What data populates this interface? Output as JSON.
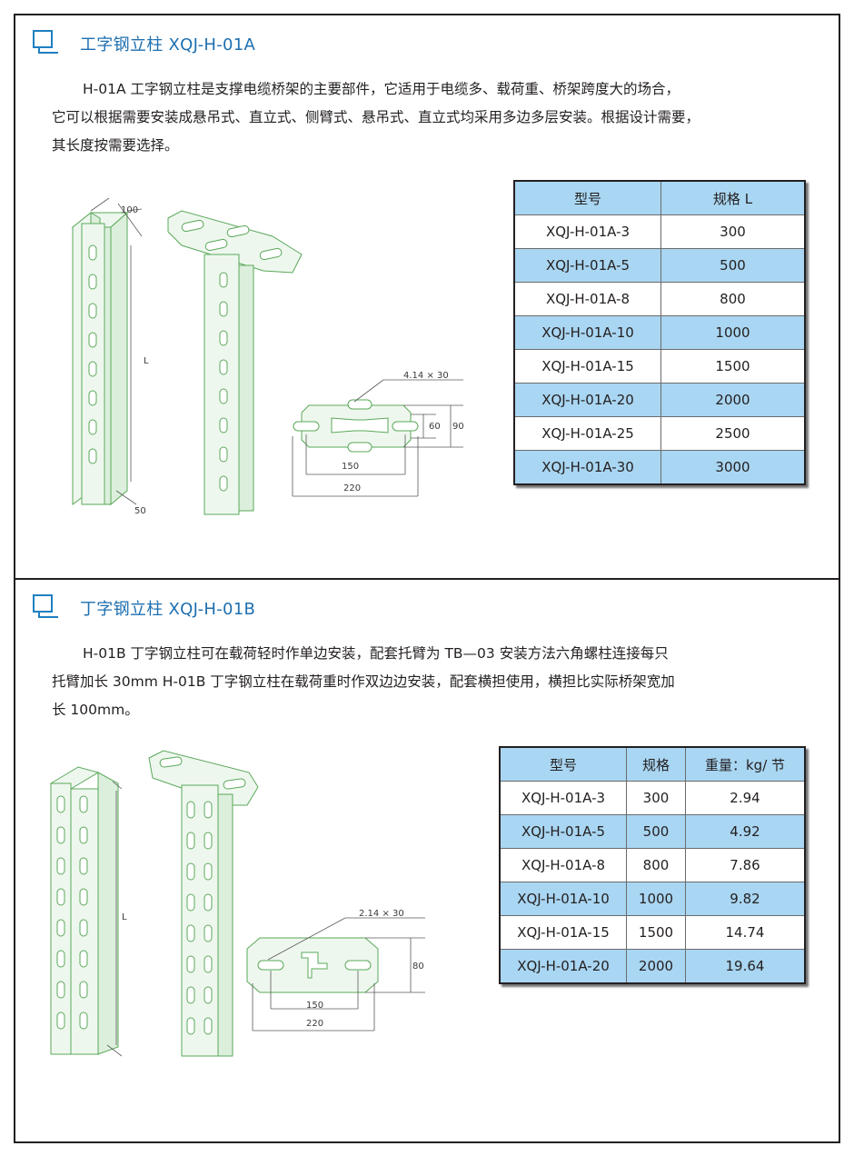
{
  "section_a": {
    "title": "工字钢立柱 XQJ-H-01A",
    "paragraph_lines": [
      "H-01A 工字钢立柱是支撑电缆桥架的主要部件，它适用于电缆多、载荷重、桥架跨度大的场合，",
      "它可以根据需要安装成悬吊式、直立式、侧臂式、悬吊式、直立式均采用多边多层安装。根据设计需要，",
      "其长度按需要选择。"
    ],
    "table": {
      "headers": [
        "型号",
        "规格 L"
      ],
      "rows": [
        [
          "XQJ-H-01A-3",
          "300"
        ],
        [
          "XQJ-H-01A-5",
          "500"
        ],
        [
          "XQJ-H-01A-8",
          "800"
        ],
        [
          "XQJ-H-01A-10",
          "1000"
        ],
        [
          "XQJ-H-01A-15",
          "1500"
        ],
        [
          "XQJ-H-01A-20",
          "2000"
        ],
        [
          "XQJ-H-01A-25",
          "2500"
        ],
        [
          "XQJ-H-01A-30",
          "3000"
        ]
      ]
    },
    "drawing_labels": {
      "width_top": "100",
      "length": "L",
      "width_bottom": "50",
      "slot": "4.14 × 30",
      "h_inner": "60",
      "h_outer": "90",
      "w_inner": "150",
      "w_outer": "220"
    }
  },
  "section_b": {
    "title": "丁字钢立柱 XQJ-H-01B",
    "paragraph_lines": [
      "H-01B 丁字钢立柱可在载荷轻时作单边安装，配套托臂为 TB—03 安装方法六角螺柱连接每只",
      "托臂加长 30mm H-01B 丁字钢立柱在载荷重时作双边边安装，配套横担使用，横担比实际桥架宽加",
      "长 100mm。"
    ],
    "table": {
      "headers": [
        "型号",
        "规格",
        "重量：kg/ 节"
      ],
      "rows": [
        [
          "XQJ-H-01A-3",
          "300",
          "2.94"
        ],
        [
          "XQJ-H-01A-5",
          "500",
          "4.92"
        ],
        [
          "XQJ-H-01A-8",
          "800",
          "7.86"
        ],
        [
          "XQJ-H-01A-10",
          "1000",
          "9.82"
        ],
        [
          "XQJ-H-01A-15",
          "1500",
          "14.74"
        ],
        [
          "XQJ-H-01A-20",
          "2000",
          "19.64"
        ]
      ]
    },
    "drawing_labels": {
      "length": "L",
      "slot": "2.14 × 30",
      "h_outer": "80",
      "w_inner": "150",
      "w_outer": "220"
    }
  },
  "colors": {
    "accent_blue": "#1e6fb0",
    "table_highlight": "#a9d6f2",
    "drawing_fill": "#eef7ee",
    "drawing_stroke": "#5aa85a"
  }
}
